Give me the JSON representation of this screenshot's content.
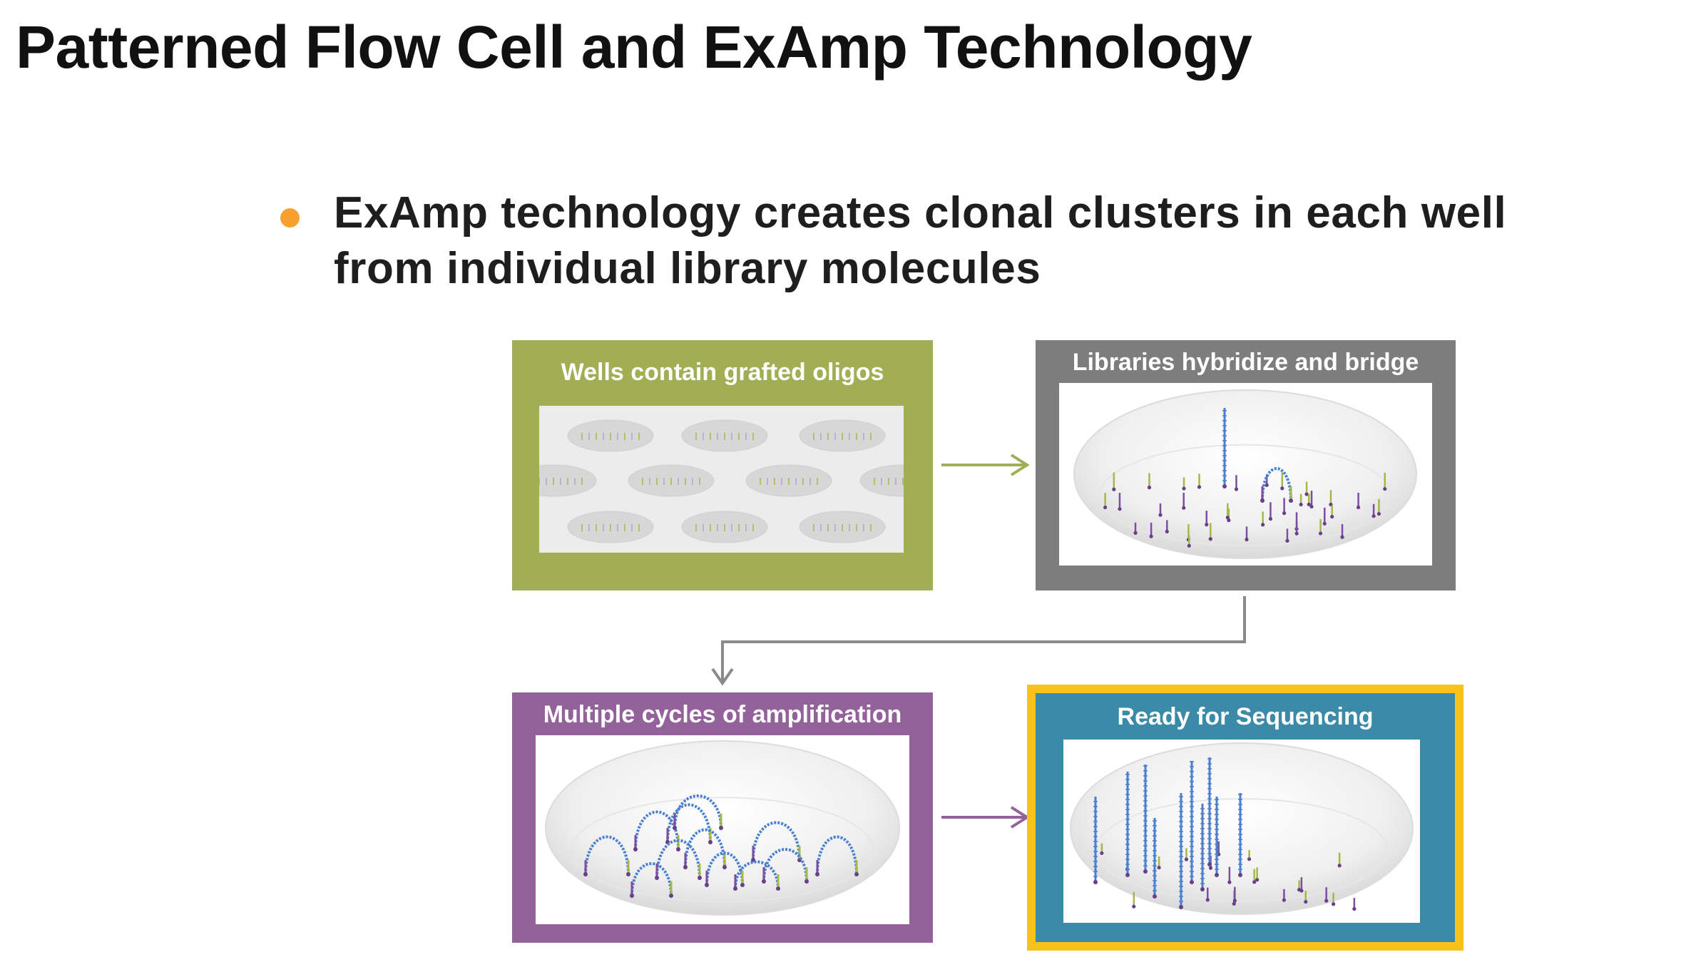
{
  "slide": {
    "title": "Patterned Flow Cell and ExAmp Technology",
    "bullet": "ExAmp technology creates clonal clusters in each well from individual library molecules"
  },
  "steps": [
    {
      "label": "Wells contain grafted oligos",
      "color": "#a1ae54"
    },
    {
      "label": "Libraries hybridize and bridge",
      "color": "#7d7d7d"
    },
    {
      "label": "Multiple cycles of amplification",
      "color": "#93629a"
    },
    {
      "label": "Ready for Sequencing",
      "color": "#3a8aa8",
      "highlight_color": "#f9c21b"
    }
  ],
  "colors": {
    "bullet": "#f6a02d",
    "arrow_green": "#a1ae54",
    "arrow_gray": "#7d7d7d",
    "arrow_purple": "#93629a",
    "strand_blue": "#4a7fcf",
    "strand_purple": "#7a4fa0",
    "oligo_green": "#a4b84a"
  }
}
